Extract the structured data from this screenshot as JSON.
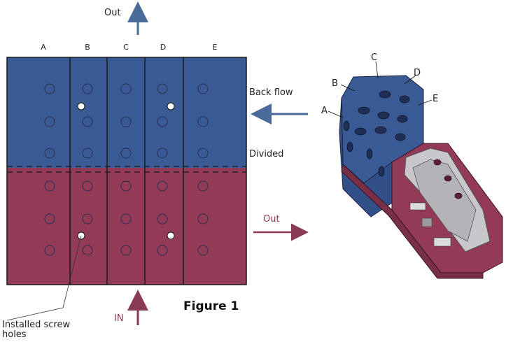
{
  "colors": {
    "back_flow_blue": "#3a5a96",
    "out_flow_red": "#923a56",
    "hole_outline": "#2a3050",
    "accent_arrow_blue": "#4a6a9a",
    "accent_arrow_red": "#8a3a55"
  },
  "columns": [
    "A",
    "B",
    "C",
    "D",
    "E"
  ],
  "iso_labels": [
    "A",
    "B",
    "C",
    "D",
    "E"
  ],
  "labels": {
    "out_top": "Out",
    "back_flow": "Back flow",
    "divided": "Divided",
    "out_right": "Out",
    "in": "IN",
    "installed_screw_holes_line1": "Installed screw",
    "installed_screw_holes_line2": "holes",
    "figure_title": "Figure 1"
  }
}
